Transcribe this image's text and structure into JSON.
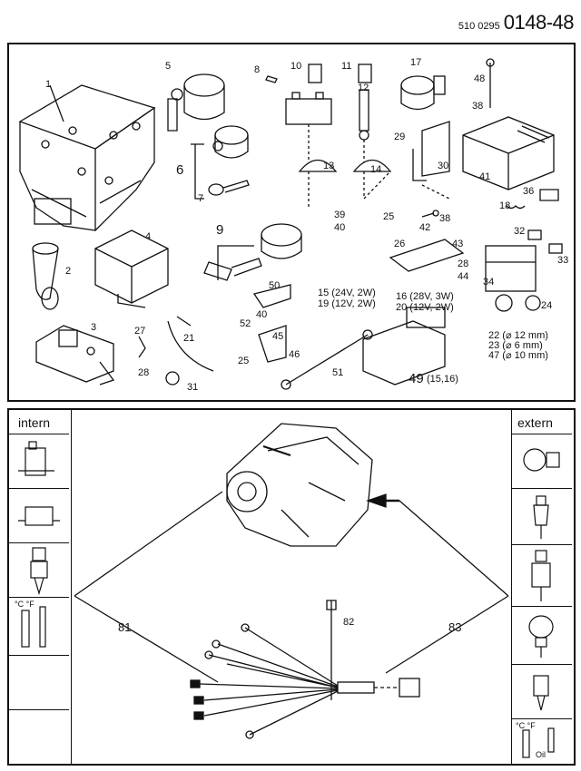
{
  "header": {
    "doc_number": "510 0295",
    "drawing_code": "0148-48"
  },
  "top_panel": {
    "callouts": [
      {
        "id": "c1",
        "text": "1"
      },
      {
        "id": "c2",
        "text": "2"
      },
      {
        "id": "c3",
        "text": "3"
      },
      {
        "id": "c4",
        "text": "4"
      },
      {
        "id": "c5",
        "text": "5"
      },
      {
        "id": "c6",
        "text": "6"
      },
      {
        "id": "c7",
        "text": "7"
      },
      {
        "id": "c8",
        "text": "8"
      },
      {
        "id": "c9",
        "text": "9"
      },
      {
        "id": "c10",
        "text": "10"
      },
      {
        "id": "c11",
        "text": "11"
      },
      {
        "id": "c12",
        "text": "12"
      },
      {
        "id": "c13",
        "text": "13"
      },
      {
        "id": "c14",
        "text": "14"
      },
      {
        "id": "c17",
        "text": "17"
      },
      {
        "id": "c18",
        "text": "18"
      },
      {
        "id": "c21",
        "text": "21"
      },
      {
        "id": "c24",
        "text": "24"
      },
      {
        "id": "c25a",
        "text": "25"
      },
      {
        "id": "c25b",
        "text": "25"
      },
      {
        "id": "c26",
        "text": "26"
      },
      {
        "id": "c27",
        "text": "27"
      },
      {
        "id": "c28a",
        "text": "28"
      },
      {
        "id": "c28b",
        "text": "28"
      },
      {
        "id": "c29",
        "text": "29"
      },
      {
        "id": "c30",
        "text": "30"
      },
      {
        "id": "c31",
        "text": "31"
      },
      {
        "id": "c32",
        "text": "32"
      },
      {
        "id": "c33",
        "text": "33"
      },
      {
        "id": "c34",
        "text": "34"
      },
      {
        "id": "c36",
        "text": "36"
      },
      {
        "id": "c38a",
        "text": "38"
      },
      {
        "id": "c38b",
        "text": "38"
      },
      {
        "id": "c39",
        "text": "39"
      },
      {
        "id": "c40a",
        "text": "40"
      },
      {
        "id": "c40b",
        "text": "40"
      },
      {
        "id": "c41",
        "text": "41"
      },
      {
        "id": "c42",
        "text": "42"
      },
      {
        "id": "c43",
        "text": "43"
      },
      {
        "id": "c44",
        "text": "44"
      },
      {
        "id": "c45",
        "text": "45"
      },
      {
        "id": "c46",
        "text": "46"
      },
      {
        "id": "c48",
        "text": "48"
      },
      {
        "id": "c50",
        "text": "50"
      },
      {
        "id": "c51",
        "text": "51"
      },
      {
        "id": "c52",
        "text": "52"
      }
    ],
    "spec_labels": {
      "l15": "15 (24V, 2W)",
      "l19": "19 (12V, 2W)",
      "l16": "16 (28V, 3W)",
      "l20": "20 (12V, 2W)",
      "l22": "22 (⌀ 12 mm)",
      "l23": "23 (⌀ 6 mm)",
      "l47": "47 (⌀ 10 mm)",
      "l49": "49",
      "l49sub": "(15,16)"
    }
  },
  "bottom_panel": {
    "left_header": "intern",
    "right_header": "extern",
    "callouts": {
      "c81": "81",
      "c82": "82",
      "c83": "83"
    },
    "left_thermo_units": "°C  °F",
    "right_thermo_units": "°C  °F",
    "right_thermo_caption": "Oil"
  }
}
